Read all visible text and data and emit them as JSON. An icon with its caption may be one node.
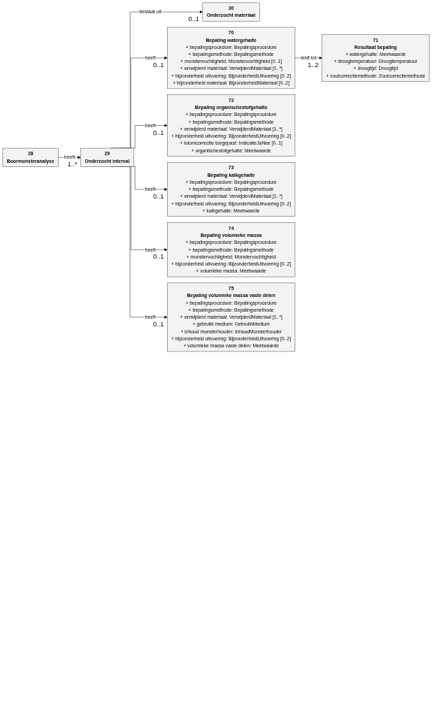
{
  "diagram": {
    "nodes": [
      {
        "text": [
          "28",
          "Boormonsteranalyse"
        ]
      },
      {
        "text": [
          "29",
          "Onderzocht interval"
        ],
        "beside": [
          "1..*"
        ]
      },
      {
        "text": [
          "30",
          "Onderzocht materiaal"
        ],
        "beside": [
          "0..1"
        ]
      },
      {
        "text": [
          "70",
          "Bepaling watergehalte",
          "+ bepalingsprocedure: Bepalingsprocedure",
          "+ bepalingsmethode: Bepalingsmethode",
          "+ monstervochtigheid: Monstervochtigheid [0..1]",
          "+ verwijderd materiaal: VerwijderdMateriaal [1..*]",
          "+ bijzonderheid uitvoering: BijzonderheidUitvoering [0..2]",
          "+ bijzonderheid materiaal: BijzonderheidMateriaal [0..2]"
        ],
        "beside": [
          "0..1"
        ]
      },
      {
        "text": [
          "71",
          "Resultaat bepaling",
          "+ watergehalte: Meetwaarde",
          "+ droogtemperatuur: Droogtemperatuur",
          "+ droogtijd: Droogtijd",
          "+ zoutcorrectiemethode: Zoutcorrectiemethode"
        ],
        "beside": [
          "1..2"
        ]
      },
      {
        "text": [
          "72",
          "Bepaling organischestofgehalte",
          "+ bepalingsprocedure: Bepalingsprocedure",
          "+ bepalingsmethode: Bepalingsmethode",
          "+ verwijderd materiaal: VerwijderdMateriaal [1..*]",
          "+ bijzonderheid uitvoering: BijzonderheidUitvoering [0..2]",
          "+ lutumcorrectie toegepast: IndicatieJaNee [0..1]",
          "+ organischestofgehalte: Meetwaarde"
        ],
        "beside": [
          "0..1"
        ]
      },
      {
        "text": [
          "73",
          "Bepaling kalkgehalte",
          "+ bepalingsprocedure: Bepalingsprocedure",
          "+ bepalingsmethode: Bepalingsmethode",
          "+ verwijderd materiaal: VerwijderdMateriaal [1..*]",
          "+ bijzonderheid uitvoering: BijzonderheidUitvoering [0..2]",
          "+ kalkgehalte: Meetwaarde"
        ],
        "beside": [
          "0..1"
        ]
      },
      {
        "text": [
          "74",
          "Bepaling volumieke massa",
          "+ bepalingsprocedure: Bepalingsprocedure",
          "+ bepalingsmethode: Bepalingsmethode",
          "+ monstervochtigheid: Monstervochtigheid",
          "+ bijzonderheid uitvoering: BijzonderheidUitvoering [0..2]",
          "+ volumieke massa: Meetwaarde"
        ],
        "beside": [
          "0..1"
        ]
      },
      {
        "text": [
          "75",
          "Bepaling volumieke massa vaste delen",
          "+ bepalingsprocedure: Bepalingsprocedure",
          "+ bepalingsmethode: Bepalingsmethode",
          "+ verwijderd materiaal: VerwijderdMateriaal [1..*]",
          "+ gebruikt medium: GebruiktMedium",
          "+ inhoud monsterhouder: InhoudMonsterhouder",
          "+ bijzonderheid uitvoering: BijzonderheidUitvoering [0..2]",
          "+ volumieke massa vaste delen: Meetwaarde"
        ],
        "beside": [
          "0..1"
        ]
      }
    ],
    "edges": [
      {
        "from": 0,
        "to": 1,
        "label": "heeft",
        "arrow": "to"
      },
      {
        "from": 1,
        "to": 2,
        "label": "bestaat uit",
        "arrow": "to"
      },
      {
        "from": 1,
        "to": 3,
        "label": "heeft",
        "arrow": "to"
      },
      {
        "from": 3,
        "to": 4,
        "label": "leidt tot",
        "arrow": "to"
      },
      {
        "from": 1,
        "to": 5,
        "label": "heeft",
        "arrow": "to"
      },
      {
        "from": 1,
        "to": 6,
        "label": "heeft",
        "arrow": "to"
      },
      {
        "from": 1,
        "to": 7,
        "label": "heeft",
        "arrow": "to"
      },
      {
        "from": 1,
        "to": 8,
        "label": "heeft",
        "arrow": "to"
      }
    ]
  }
}
